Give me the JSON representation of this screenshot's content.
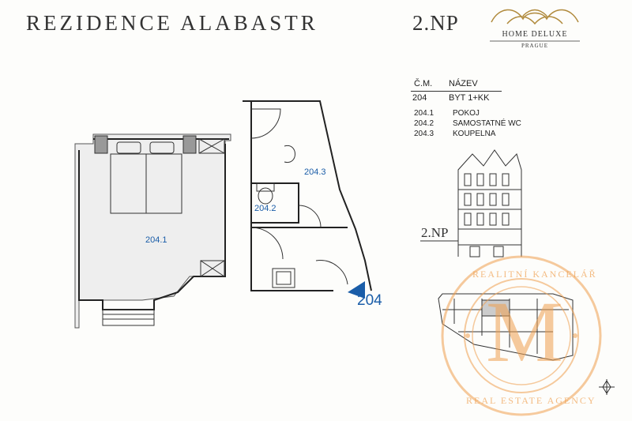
{
  "header": {
    "title": "REZIDENCE ALABASTR",
    "floor": "2.NP",
    "logo_name": "HOME DELUXE",
    "logo_city": "PRAGUE"
  },
  "plan": {
    "rooms": [
      {
        "id": "204.1"
      },
      {
        "id": "204.2"
      },
      {
        "id": "204.3"
      }
    ],
    "unit_number": "204"
  },
  "legend": {
    "col_number": "Č.M.",
    "col_name": "NÁZEV",
    "unit_number": "204",
    "unit_type": "BYT 1+KK",
    "items": [
      {
        "number": "204.1",
        "name": "POKOJ"
      },
      {
        "number": "204.2",
        "name": "SAMOSTATNÉ WC"
      },
      {
        "number": "204.3",
        "name": "KOUPELNA"
      }
    ]
  },
  "elevation": {
    "floor_label": "2.NP"
  },
  "watermark": {
    "letter": "M",
    "ring_top": "REALITNÍ KANCELÁŘ",
    "ring_bottom": "REAL ESTATE AGENCY"
  },
  "colors": {
    "accent_blue": "#1a5da8",
    "watermark_orange": "#f0a050"
  }
}
